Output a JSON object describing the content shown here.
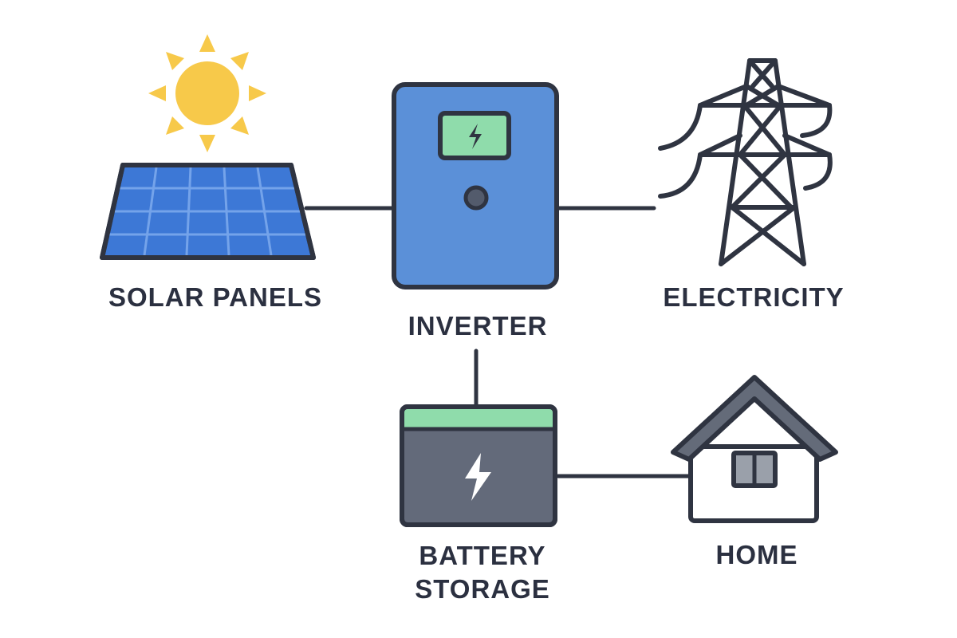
{
  "labels": {
    "solar_panels": "SOLAR PANELS",
    "inverter": "INVERTER",
    "electricity": "ELECTRICITY",
    "battery_line1": "BATTERY",
    "battery_line2": "STORAGE",
    "home": "HOME"
  },
  "colors": {
    "outline": "#2f3441",
    "sun": "#f7c94a",
    "panel": "#3d78d6",
    "panel_grid": "#74a3ea",
    "inverter": "#5b90d8",
    "screen": "#8fdcab",
    "battery": "#636a7a",
    "battery_top": "#8fdcab",
    "roof": "#646b79",
    "window": "#9aa0aa"
  },
  "icons": [
    "sun-icon",
    "solar-panel-icon",
    "inverter-icon",
    "transmission-tower-icon",
    "battery-icon",
    "house-icon",
    "lightning-bolt-icon"
  ]
}
